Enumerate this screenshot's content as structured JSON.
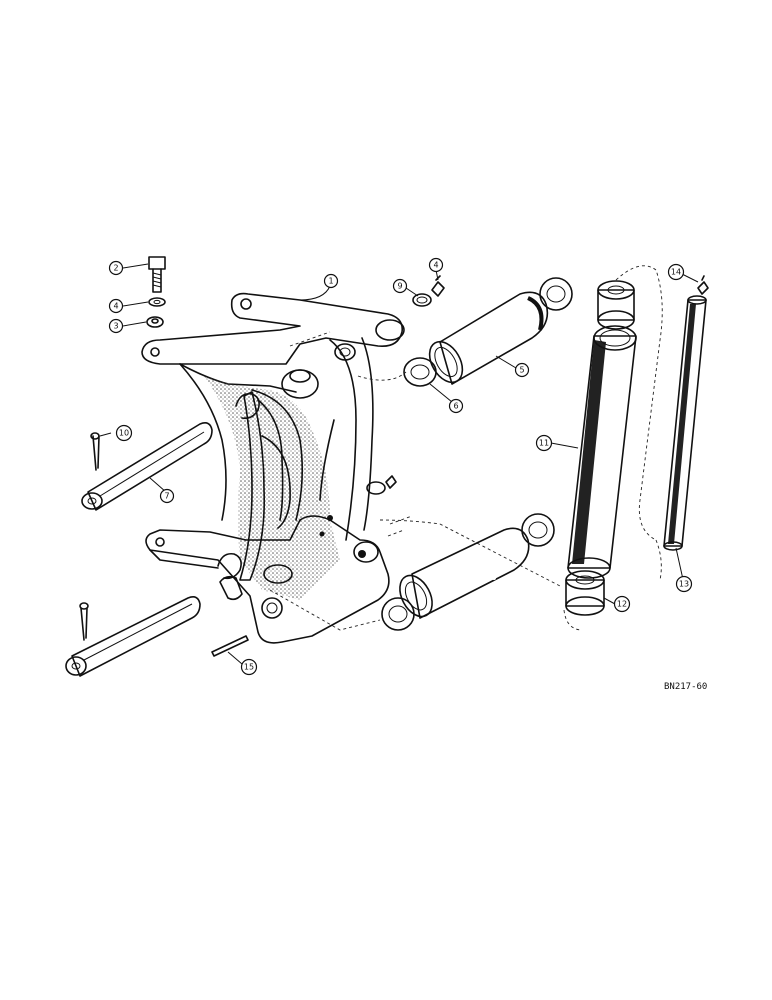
{
  "drawing_ref": "BN217-60",
  "callouts": {
    "c1_top": "1",
    "c2": "2",
    "c3": "3",
    "c4_left": "4",
    "c4_top": "4",
    "c5": "5",
    "c6": "6",
    "c7": "7",
    "c9": "9",
    "c10": "10",
    "c11": "11",
    "c12": "12",
    "c13": "13",
    "c14": "14",
    "c15": "15"
  }
}
